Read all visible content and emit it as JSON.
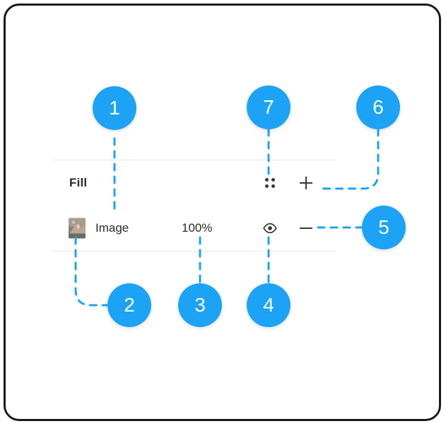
{
  "panel": {
    "header": {
      "title": "Fill",
      "drag_handle_icon": "drag-handle-dots-icon",
      "add_icon": "plus-icon"
    },
    "item": {
      "thumbnail_icon": "image-thumbnail",
      "name": "Image",
      "opacity": "100%",
      "visibility_icon": "eye-icon",
      "remove_icon": "minus-icon"
    }
  },
  "callouts": [
    {
      "id": "1",
      "label": "1",
      "target": "fill-layer-name-column"
    },
    {
      "id": "2",
      "label": "2",
      "target": "image-thumbnail"
    },
    {
      "id": "3",
      "label": "3",
      "target": "opacity-value"
    },
    {
      "id": "4",
      "label": "4",
      "target": "visibility-eye-icon"
    },
    {
      "id": "5",
      "label": "5",
      "target": "remove-minus-icon"
    },
    {
      "id": "6",
      "label": "6",
      "target": "add-plus-icon"
    },
    {
      "id": "7",
      "label": "7",
      "target": "drag-handle-dots-icon"
    }
  ],
  "colors": {
    "accent": "#1ca3f5",
    "frame": "#1b1b1b",
    "divider": "#e6e6e6",
    "text": "#2b2b2b"
  }
}
